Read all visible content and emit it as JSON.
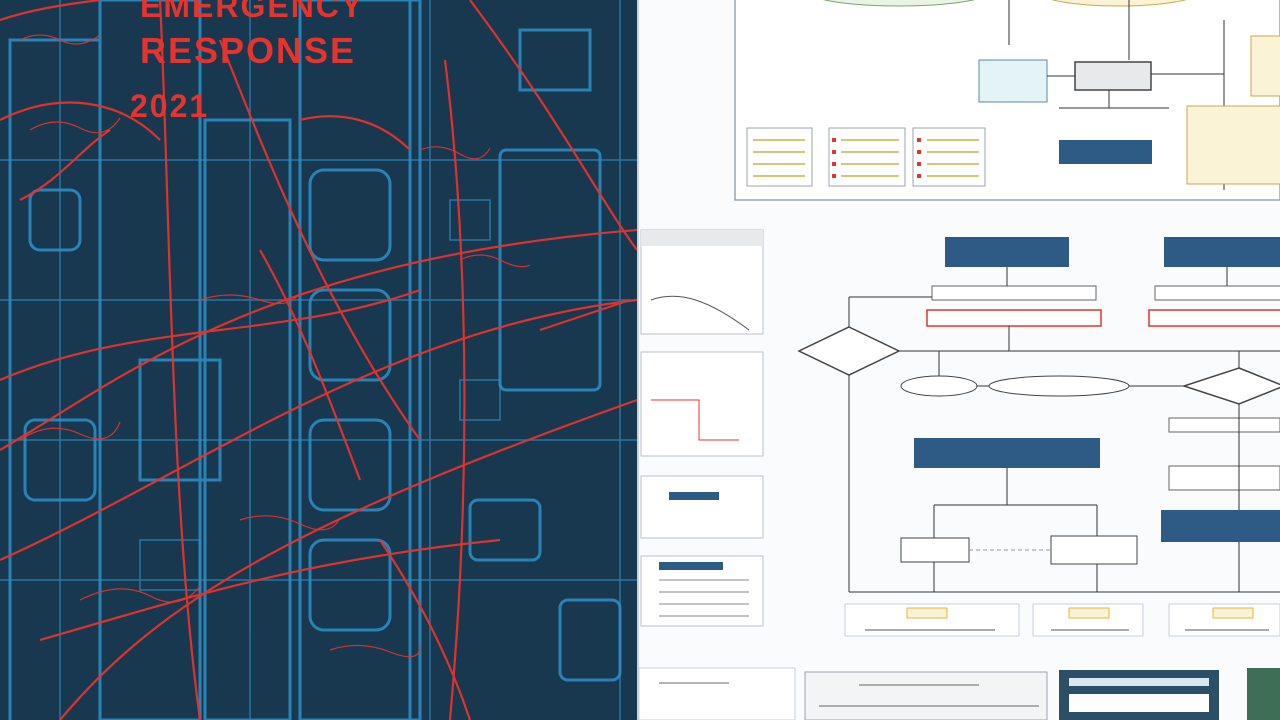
{
  "poster": {
    "title_line1": "EMERGENCY",
    "title_line2": "RESPONSE",
    "year": "2021"
  },
  "palette": {
    "blueprint_bg": "#17384e",
    "blueprint_line": "#2e8fc7",
    "scribble_red": "#e8322c",
    "node_navy": "#2e5a86",
    "node_border": "#5a6a78",
    "accent_orange": "#f2b134"
  }
}
